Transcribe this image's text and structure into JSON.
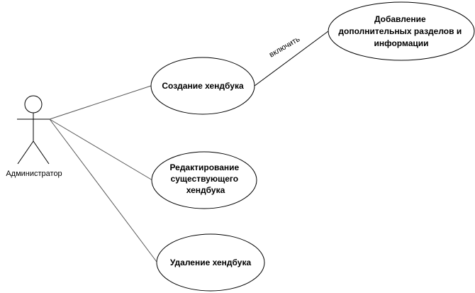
{
  "actor": {
    "name": "Администратор"
  },
  "use_cases": {
    "create": {
      "lines": [
        "Создание хендбука"
      ]
    },
    "edit": {
      "lines": [
        "Редактирование",
        "существующего",
        "хендбука"
      ]
    },
    "delete": {
      "lines": [
        "Удаление хендбука"
      ]
    },
    "add_sections": {
      "lines": [
        "Добавление",
        "дополнительных разделов и",
        "информации"
      ]
    }
  },
  "relations": {
    "include_label": "включить"
  }
}
